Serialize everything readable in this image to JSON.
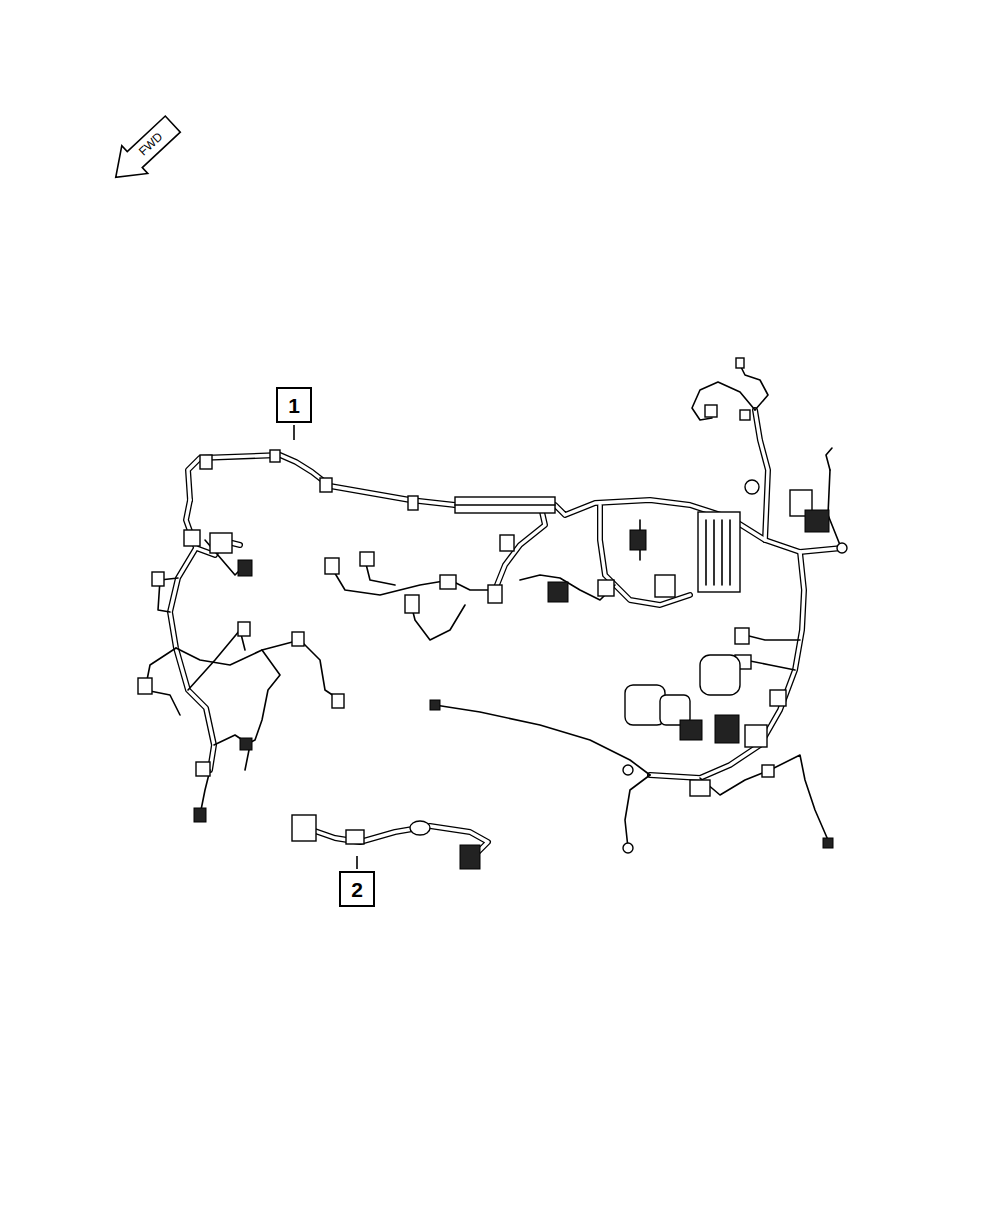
{
  "diagram": {
    "nodes": [
      {
        "text": [
          "1"
        ]
      },
      {
        "text": [
          "2"
        ]
      }
    ],
    "labels": [
      "FWD"
    ]
  }
}
